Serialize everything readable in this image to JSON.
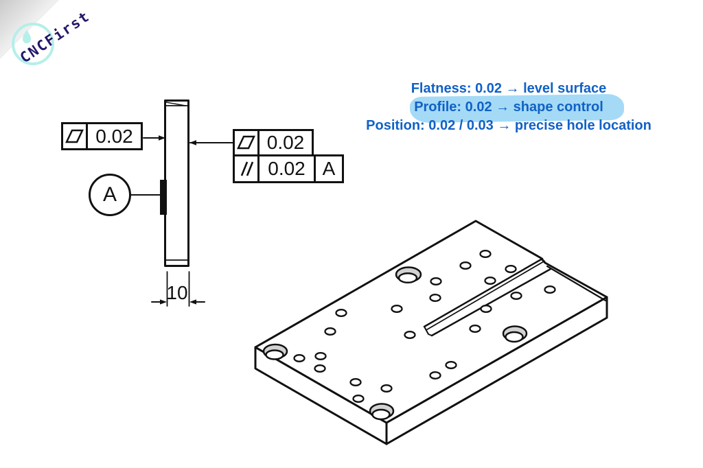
{
  "logo": {
    "text": "CNCFirst"
  },
  "annotations": {
    "line1": "Flatness: 0.02 → level surface",
    "line2": "Profile: 0.02 → shape control",
    "line3": "Position: 0.02 / 0.03 → precise hole location"
  },
  "fcf": {
    "flatness_left": {
      "symbol": "flatness",
      "tolerance": "0.02"
    },
    "flatness_right": {
      "symbol": "flatness",
      "tolerance": "0.02"
    },
    "parallelism": {
      "symbol": "parallelism",
      "tolerance": "0.02",
      "datum": "A"
    }
  },
  "datum": {
    "label": "A"
  },
  "dimension": {
    "thickness": "10"
  },
  "colors": {
    "annotation_blue": "#1161c6",
    "highlight_blue": "#a5daf6",
    "logo_navy": "#241768",
    "logo_cyan": "#b5efe9",
    "line_black": "#111111",
    "counterbore_gray": "#d2d2d2"
  }
}
